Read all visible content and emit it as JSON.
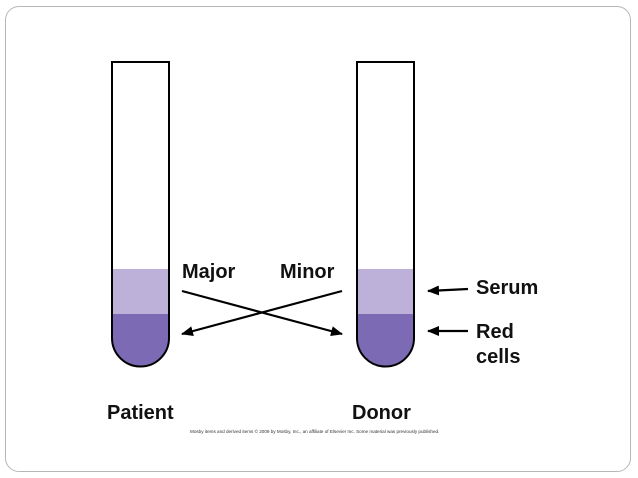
{
  "labels": {
    "major": "Major",
    "minor": "Minor",
    "serum": "Serum",
    "red": "Red",
    "cells": "cells",
    "patient": "Patient",
    "donor": "Donor"
  },
  "copyright": "Mosby items and derived items © 2009 by Mosby, Inc., an affiliate of Elsevier Inc. Some material was previously published.",
  "colors": {
    "serum": "#bdb1da",
    "red_cells": "#7c6bb4",
    "outline": "#000000",
    "frame": "#b7b7b7"
  },
  "tubes": [
    {
      "name": "patient-tube",
      "layers": [
        "serum",
        "red-cells"
      ]
    },
    {
      "name": "donor-tube",
      "layers": [
        "serum",
        "red-cells"
      ]
    }
  ],
  "arrows": [
    {
      "name": "major-arrow",
      "from": "Patient",
      "to": "Donor"
    },
    {
      "name": "minor-arrow",
      "from": "Donor",
      "to": "Patient"
    },
    {
      "name": "serum-pointer-arrow",
      "target": "Serum"
    },
    {
      "name": "red-cells-pointer-arrow",
      "target": "Red cells"
    }
  ]
}
